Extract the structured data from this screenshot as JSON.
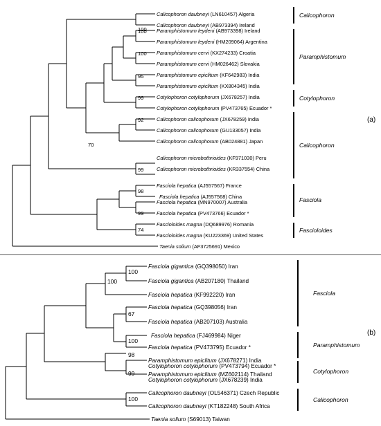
{
  "panels": [
    {
      "id": "a",
      "label": "(a)",
      "taxa": [
        {
          "genus_species": "Calicophoron daubneyi",
          "accession": "(LN610457)",
          "origin": "Algeria",
          "star": ""
        },
        {
          "genus_species": "Calicophoron daubneyi",
          "accession": "(AB973394)",
          "origin": "Ireland",
          "star": ""
        },
        {
          "genus_species": "Paramphistomum leydeni",
          "accession": "(AB973398)",
          "origin": "Ireland",
          "star": ""
        },
        {
          "genus_species": "Paramphistomum leydeni",
          "accession": "(HM209064)",
          "origin": "Argentina",
          "star": ""
        },
        {
          "genus_species": "Paramphistomum cervi",
          "accession": "(KX274233)",
          "origin": "Croatia",
          "star": ""
        },
        {
          "genus_species": "Paramphistomum cervi",
          "accession": "(HM026462)",
          "origin": "Slovakia",
          "star": ""
        },
        {
          "genus_species": "Paramphistomum epiclitum",
          "accession": "(KF642983)",
          "origin": "India",
          "star": ""
        },
        {
          "genus_species": "Paramphistomum epiclitum",
          "accession": "(KX804345)",
          "origin": "India",
          "star": ""
        },
        {
          "genus_species": "Cotylophoron cotylophorum",
          "accession": "(JX678257)",
          "origin": "India",
          "star": ""
        },
        {
          "genus_species": "Cotylophoron cotylophorum",
          "accession": "(PV473765)",
          "origin": "Ecuador",
          "star": "*"
        },
        {
          "genus_species": "Calicophoron calicophorum",
          "accession": "(JX678259)",
          "origin": "India",
          "star": ""
        },
        {
          "genus_species": "Calicophoron calicophorum",
          "accession": "(GU133057)",
          "origin": "India",
          "star": ""
        },
        {
          "genus_species": "Calicophoron calicophorum",
          "accession": "(AB024881)",
          "origin": "Japan",
          "star": ""
        },
        {
          "genus_species": "Calicophoron microbothrioides",
          "accession": "(KF971030)",
          "origin": "Peru",
          "star": ""
        },
        {
          "genus_species": "Calicophoron microbothrioides",
          "accession": "(KR337554)",
          "origin": "China",
          "star": ""
        },
        {
          "genus_species": "Fasciola hepatica",
          "accession": "(AJ557567)",
          "origin": "France",
          "star": ""
        },
        {
          "genus_species": "Fasciola hepatica",
          "accession": "(AJ557568)",
          "origin": "China",
          "star": ""
        },
        {
          "genus_species": "Fasciola hepatica",
          "accession": "(MN970007)",
          "origin": "Australia",
          "star": ""
        },
        {
          "genus_species": "Fasciola hepatica",
          "accession": "(PV473766)",
          "origin": "Ecuador",
          "star": "*"
        },
        {
          "genus_species": "Fascioloides magna",
          "accession": "(DQ689976)",
          "origin": "Romania",
          "star": ""
        },
        {
          "genus_species": "Fascioloides magna",
          "accession": "(KU223369)",
          "origin": "United States",
          "star": ""
        },
        {
          "genus_species": "Taenia solium",
          "accession": "(AF3725691)",
          "origin": "Mexico",
          "star": ""
        }
      ],
      "supports": [
        "100",
        "100",
        "100",
        "95",
        "99",
        "92",
        "70",
        "99",
        "98",
        "99",
        "74"
      ],
      "groups": [
        "Calicophoron",
        "Paramphistomum",
        "Cotylophoron",
        "Calicophoron",
        "Fasciola",
        "Fascioloides"
      ]
    },
    {
      "id": "b",
      "label": "(b)",
      "taxa": [
        {
          "genus_species": "Fasciola gigantica",
          "accession": "(GQ398050)",
          "origin": "Iran",
          "star": ""
        },
        {
          "genus_species": "Fasciola gigantica",
          "accession": "(AB207180)",
          "origin": "Thailand",
          "star": ""
        },
        {
          "genus_species": "Fasciola hepatica",
          "accession": "(KF992220)",
          "origin": "Iran",
          "star": ""
        },
        {
          "genus_species": "Fasciola hepatica",
          "accession": "(GQ398056)",
          "origin": "Iran",
          "star": ""
        },
        {
          "genus_species": "Fasciola hepatica",
          "accession": "(AB207103)",
          "origin": "Australia",
          "star": ""
        },
        {
          "genus_species": "Fasciola hepatica",
          "accession": "(FJ469984)",
          "origin": "Niger",
          "star": ""
        },
        {
          "genus_species": "Fasciola hepatica",
          "accession": "(PV473795)",
          "origin": "Ecuador",
          "star": "*"
        },
        {
          "genus_species": "Paramphistomum epiclitum",
          "accession": "(JX678271)",
          "origin": "India",
          "star": ""
        },
        {
          "genus_species": "Paramphistomum epiclitum",
          "accession": "(MZ602114)",
          "origin": "Thailand",
          "star": ""
        },
        {
          "genus_species": "Cotylophoron cotylophorum",
          "accession": "(PV473794)",
          "origin": "Ecuador",
          "star": "*"
        },
        {
          "genus_species": "Cotylophoron cotylophorum",
          "accession": "(JX678239)",
          "origin": "India",
          "star": ""
        },
        {
          "genus_species": "Calicophoron daubneyi",
          "accession": "(OL546371)",
          "origin": "Czech Republic",
          "star": ""
        },
        {
          "genus_species": "Calicophoron daubneyi",
          "accession": "(KT182248)",
          "origin": "South Africa",
          "star": ""
        },
        {
          "genus_species": "Taenia solium",
          "accession": "(S69013)",
          "origin": "Taiwan",
          "star": ""
        }
      ],
      "supports": [
        "100",
        "100",
        "67",
        "100",
        "98",
        "99",
        "100"
      ],
      "groups": [
        "Fasciola",
        "Paramphistomum",
        "Cotylophoron",
        "Calicophoron"
      ]
    }
  ]
}
